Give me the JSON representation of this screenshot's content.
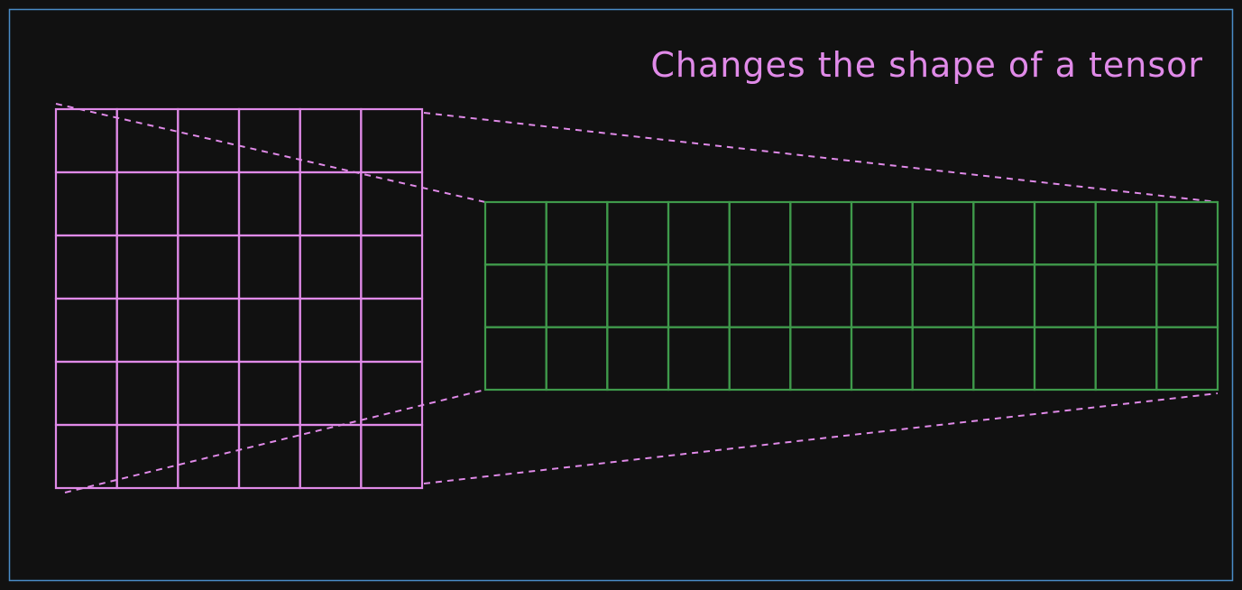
{
  "title": "Changes the shape of a tensor",
  "colors": {
    "background": "#111111",
    "frame": "#4a8cc7",
    "source_grid": "#e08ae8",
    "target_grid": "#3f9a4b",
    "connector": "#e08ae8",
    "title": "#e08ae8"
  },
  "source_tensor": {
    "rows": 6,
    "cols": 6
  },
  "target_tensor": {
    "rows": 3,
    "cols": 12
  }
}
